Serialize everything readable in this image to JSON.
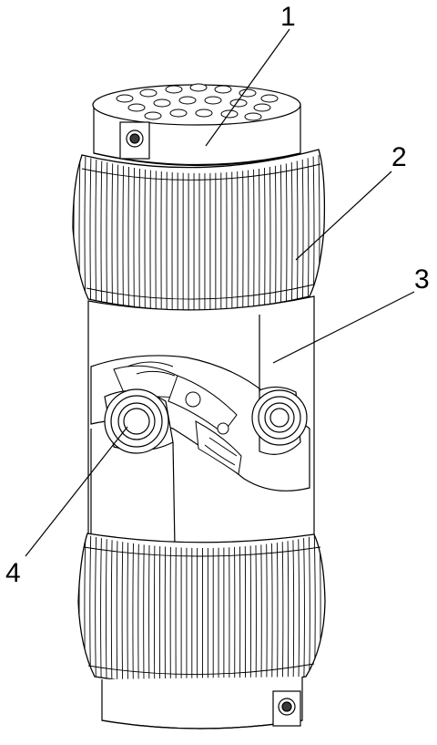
{
  "callouts": [
    {
      "id": "1",
      "label": "1"
    },
    {
      "id": "2",
      "label": "2"
    },
    {
      "id": "3",
      "label": "3"
    },
    {
      "id": "4",
      "label": "4"
    }
  ],
  "colors": {
    "line": "#000000",
    "paper": "#ffffff",
    "shade": "#3a3a3a"
  }
}
